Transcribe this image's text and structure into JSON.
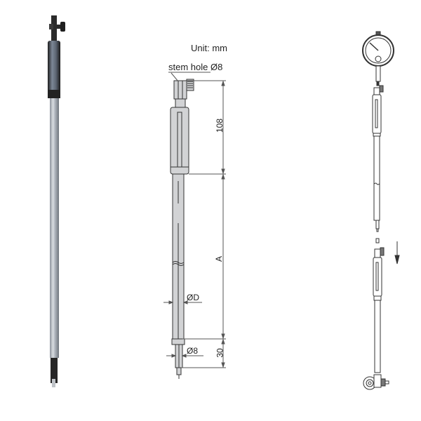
{
  "photo": {
    "description": "Extension rod product photo",
    "colors": {
      "rod": "#a9aeb6",
      "grip": "#2a2a2a",
      "grip_highlight": "#7c8796"
    }
  },
  "drawing": {
    "unit_label": "Unit: mm",
    "stem_hole_label": "stem hole Ø8",
    "dimensions": {
      "upper_length": "108",
      "middle_length": "A",
      "lower_length": "30",
      "rod_diameter": "ØD",
      "tip_diameter": "Ø8"
    },
    "colors": {
      "body_fill": "#d2d3d5",
      "outline": "#333333",
      "dim_line": "#555555"
    }
  },
  "assembly": {
    "description": "Assembly view: dial indicator mounted on extension rod, then fitted to bore gauge",
    "arrow_direction": "down"
  }
}
